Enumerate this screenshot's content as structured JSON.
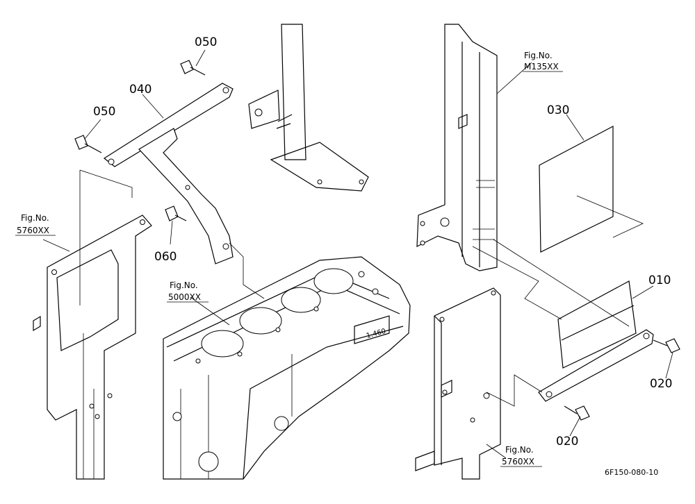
{
  "parts": [
    {
      "id": "p010",
      "number": "010"
    },
    {
      "id": "p020a",
      "number": "020"
    },
    {
      "id": "p020b",
      "number": "020"
    },
    {
      "id": "p030",
      "number": "030"
    },
    {
      "id": "p040",
      "number": "040"
    },
    {
      "id": "p050a",
      "number": "050"
    },
    {
      "id": "p050b",
      "number": "050"
    },
    {
      "id": "p060",
      "number": "060"
    }
  ],
  "figure_refs": [
    {
      "id": "fig-m135",
      "label": "Fig.No.",
      "number": "M135XX"
    },
    {
      "id": "fig-5760-left",
      "label": "Fig.No.",
      "number": "5760XX"
    },
    {
      "id": "fig-5000",
      "label": "Fig.No.",
      "number": "5000XX"
    },
    {
      "id": "fig-5760-right",
      "label": "Fig.No.",
      "number": "5760XX"
    }
  ],
  "diagram_code": "6F150-080-10",
  "block_marking": "1.460"
}
